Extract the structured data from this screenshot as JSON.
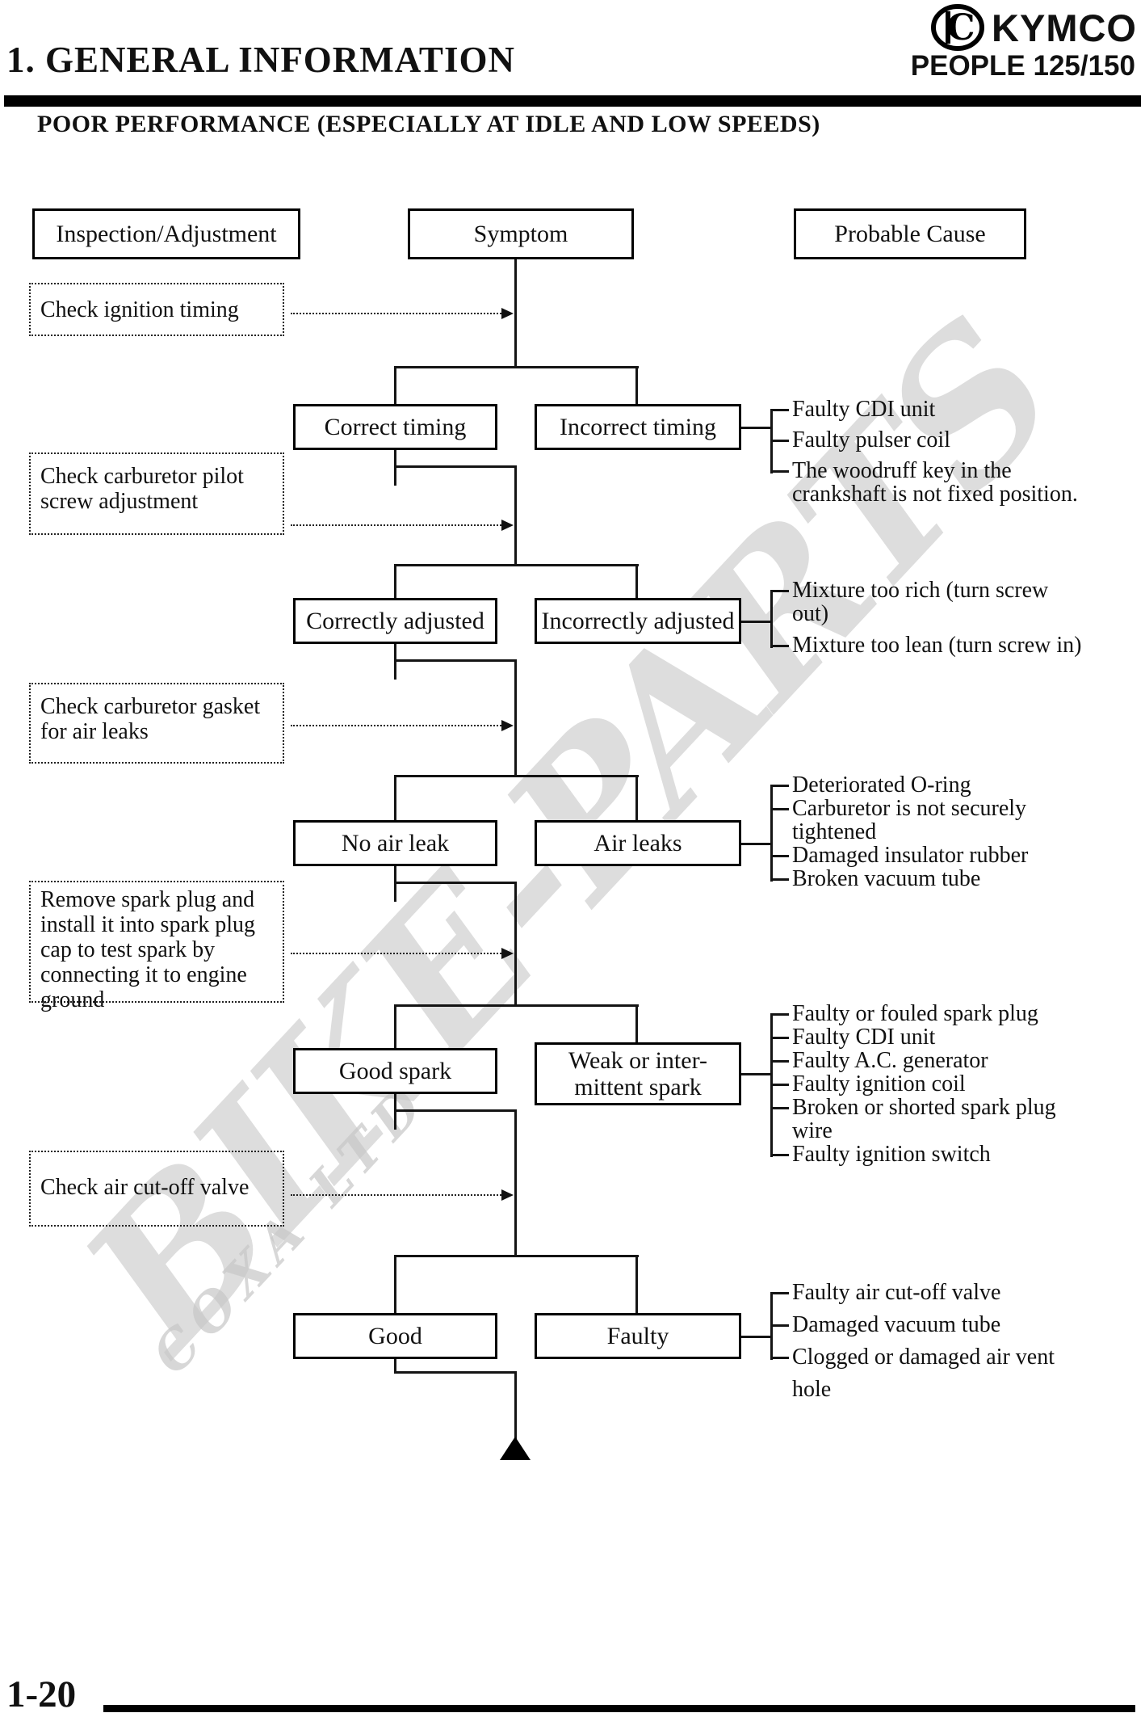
{
  "page": {
    "chapter": "1. GENERAL INFORMATION",
    "brand": "KYMCO",
    "model": "PEOPLE 125/150",
    "section_title": "POOR PERFORMANCE (ESPECIALLY AT IDLE AND LOW SPEEDS)",
    "page_number": "1-20"
  },
  "watermark": {
    "line1": "BIKE-PARTS",
    "line2": "COXA LTD"
  },
  "columns": {
    "inspection": "Inspection/Adjustment",
    "symptom": "Symptom",
    "cause": "Probable Cause"
  },
  "flow": {
    "inspections": [
      {
        "lines": [
          "Check ignition timing"
        ]
      },
      {
        "lines": [
          "Check carburetor pilot",
          "screw adjustment"
        ]
      },
      {
        "lines": [
          "Check carburetor gasket",
          "for air leaks"
        ]
      },
      {
        "lines": [
          "Remove spark plug and",
          "install it into spark plug",
          "cap to test spark by",
          "connecting it to engine",
          "ground"
        ]
      },
      {
        "lines": [
          "Check air cut-off valve"
        ]
      }
    ],
    "stages": [
      {
        "ok": [
          "Correct timing"
        ],
        "bad": [
          "Incorrect timing"
        ],
        "causes": [
          [
            "Faulty CDI unit"
          ],
          [
            "Faulty pulser coil"
          ],
          [
            "The woodruff key in the",
            "crankshaft is not fixed position."
          ]
        ]
      },
      {
        "ok": [
          "Correctly adjusted"
        ],
        "bad": [
          "Incorrectly adjusted"
        ],
        "causes": [
          [
            "Mixture too rich (turn screw",
            "out)"
          ],
          [
            "Mixture too lean (turn screw in)"
          ]
        ]
      },
      {
        "ok": [
          "No air leak"
        ],
        "bad": [
          "Air leaks"
        ],
        "causes": [
          [
            "Deteriorated O-ring"
          ],
          [
            "Carburetor is not securely",
            "tightened"
          ],
          [
            "Damaged insulator rubber"
          ],
          [
            "Broken vacuum tube"
          ]
        ]
      },
      {
        "ok": [
          "Good spark"
        ],
        "bad": [
          "Weak or inter-",
          "mittent spark"
        ],
        "causes": [
          [
            "Faulty or fouled spark plug"
          ],
          [
            "Faulty CDI unit"
          ],
          [
            "Faulty A.C. generator"
          ],
          [
            "Faulty ignition coil"
          ],
          [
            "Broken or shorted spark plug",
            "wire"
          ],
          [
            "Faulty ignition switch"
          ]
        ]
      },
      {
        "ok": [
          "Good"
        ],
        "bad": [
          "Faulty"
        ],
        "causes": [
          [
            "Faulty air cut-off valve"
          ],
          [
            "Damaged vacuum tube"
          ],
          [
            "Clogged or damaged air vent",
            "hole"
          ]
        ]
      }
    ]
  }
}
